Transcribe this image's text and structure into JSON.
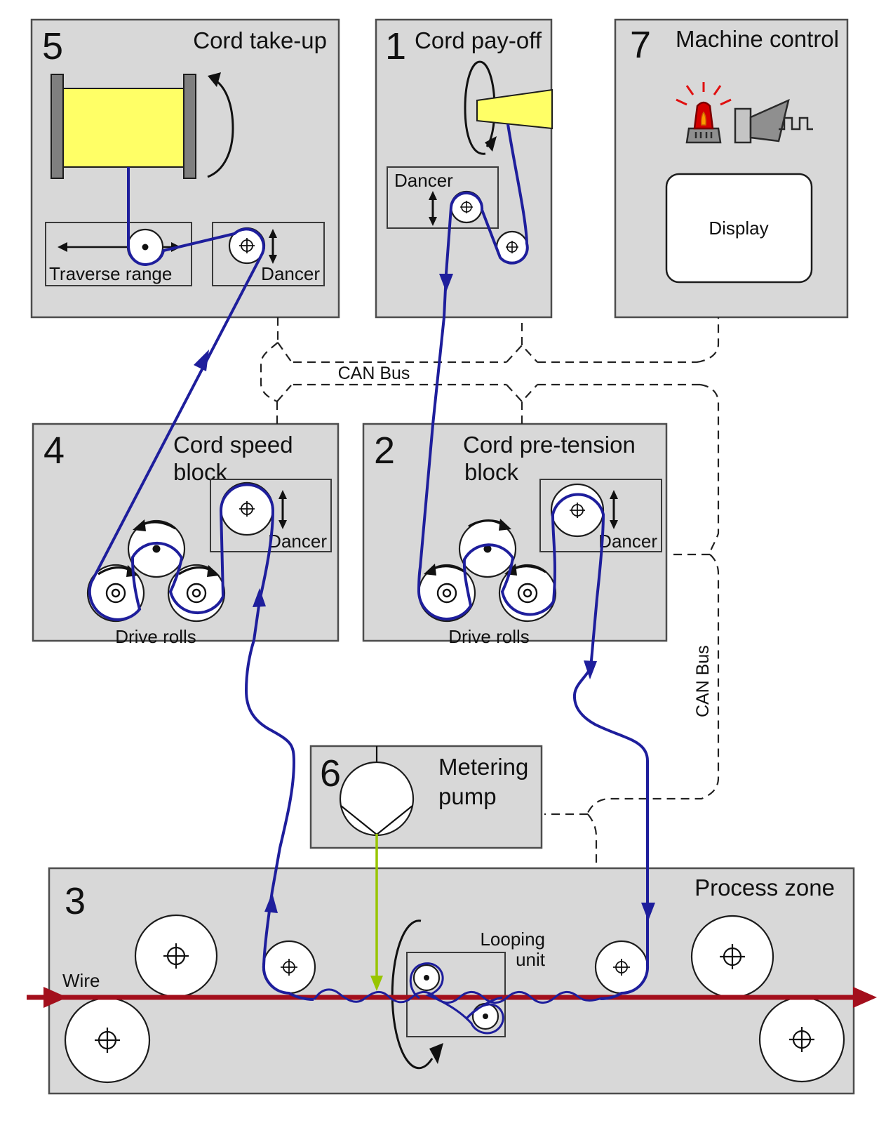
{
  "diagram": {
    "blocks": {
      "cord_takeup": {
        "number": "5",
        "title": "Cord take-up",
        "traverse_label": "Traverse range",
        "dancer_label": "Dancer"
      },
      "cord_payoff": {
        "number": "1",
        "title": "Cord pay-off",
        "dancer_label": "Dancer"
      },
      "machine_control": {
        "number": "7",
        "title": "Machine control",
        "display_label": "Display"
      },
      "cord_speed": {
        "number": "4",
        "title_line1": "Cord speed",
        "title_line2": "block",
        "dancer_label": "Dancer",
        "drive_rolls_label": "Drive rolls"
      },
      "cord_pretension": {
        "number": "2",
        "title_line1": "Cord pre-tension",
        "title_line2": "block",
        "dancer_label": "Dancer",
        "drive_rolls_label": "Drive rolls"
      },
      "metering_pump": {
        "number": "6",
        "title_line1": "Metering",
        "title_line2": "pump"
      },
      "process_zone": {
        "number": "3",
        "title": "Process zone",
        "wire_label": "Wire",
        "looping_unit_line1": "Looping",
        "looping_unit_line2": "unit"
      }
    },
    "bus": {
      "horizontal_label": "CAN Bus",
      "vertical_label": "CAN Bus"
    },
    "colors": {
      "cord": "#1e1e9c",
      "wire": "#a30f1c",
      "pump_feed": "#98c500",
      "spool_yellow": "#ffff66",
      "block_fill": "#d8d8d8",
      "block_border": "#4d4d4d",
      "beacon_red": "#d40000"
    }
  }
}
